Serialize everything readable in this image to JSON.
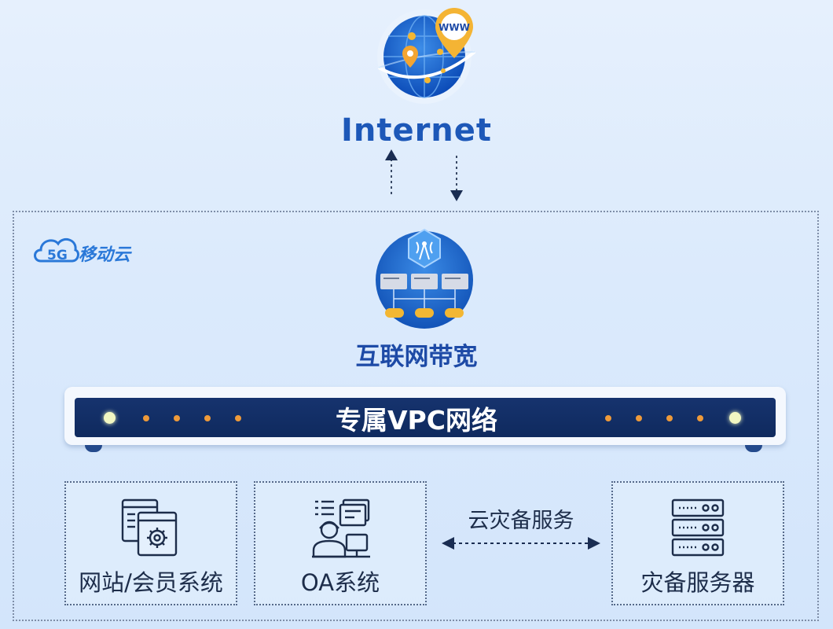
{
  "internet": {
    "label": "Internet"
  },
  "cloud": {
    "brand_prefix": "5G",
    "brand": "移动云",
    "bandwidth_label": "互联网带宽",
    "vpc_label": "专属VPC网络"
  },
  "internet_globe": {
    "badge": "WWW"
  },
  "systems": [
    {
      "label": "网站/会员系统",
      "icon": "website-settings-icon"
    },
    {
      "label": "OA系统",
      "icon": "office-user-icon"
    },
    {
      "label": "灾备服务器",
      "icon": "server-rack-icon"
    }
  ],
  "dr_service": {
    "label": "云灾备服务"
  },
  "colors": {
    "primary": "#1d58b8",
    "bar": "#0f2a5e",
    "led_green": "#f2f7c2",
    "led_orange": "#ee9a3a"
  }
}
